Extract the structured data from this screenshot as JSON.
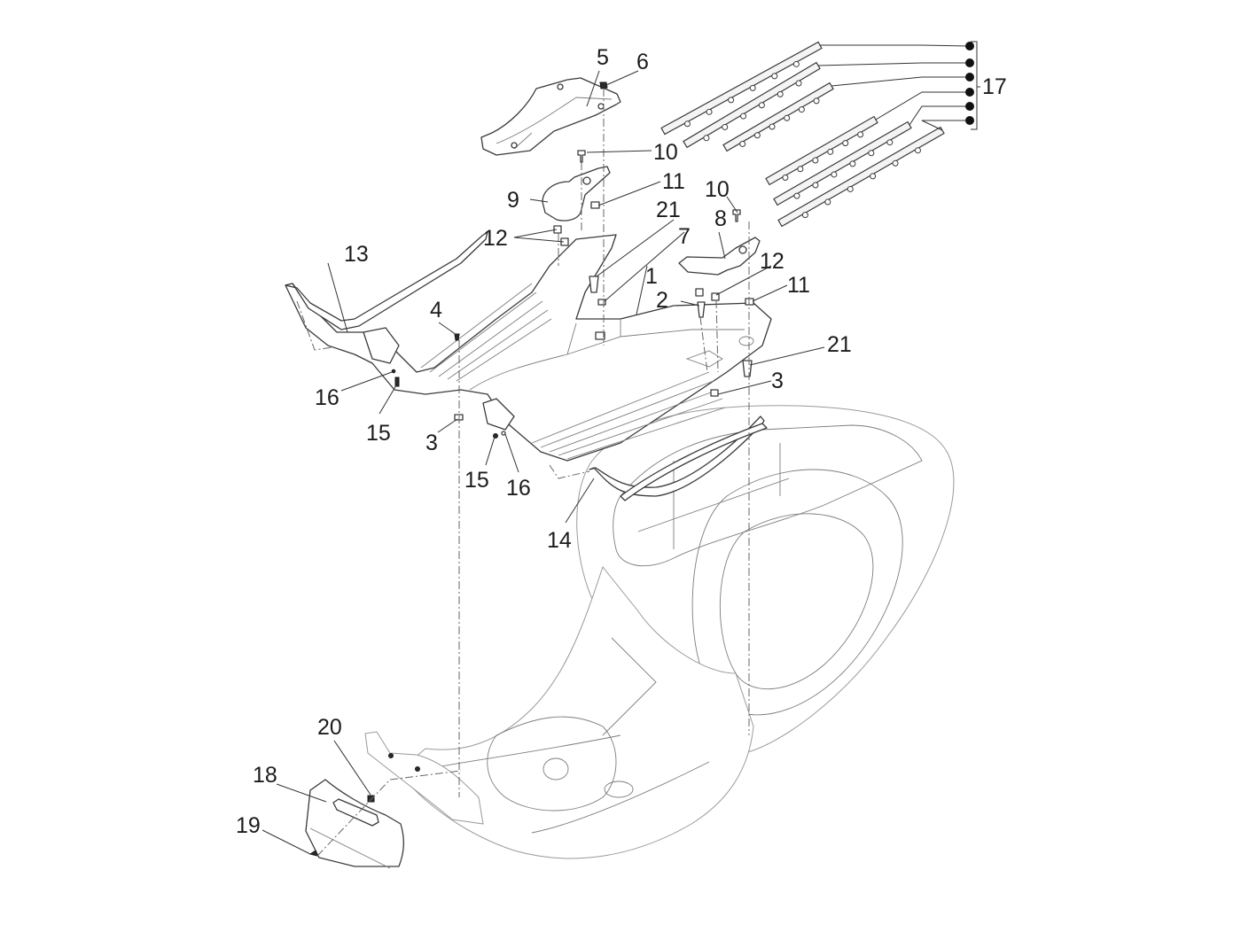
{
  "diagram": {
    "title": "Exploded parts view — central cover / footrests",
    "subject": "scooter body with floor board, footrest strips and covers",
    "background_color": "#ffffff",
    "line_color": "#3a3a3a",
    "callouts": [
      {
        "id": "c1",
        "label": "1",
        "part": "floor-board"
      },
      {
        "id": "c2",
        "label": "2",
        "part": "screw"
      },
      {
        "id": "c3a",
        "label": "3",
        "part": "clip-nut"
      },
      {
        "id": "c3b",
        "label": "3",
        "part": "clip-nut"
      },
      {
        "id": "c4",
        "label": "4",
        "part": "screw"
      },
      {
        "id": "c5",
        "label": "5",
        "part": "central-cover"
      },
      {
        "id": "c6",
        "label": "6",
        "part": "nut"
      },
      {
        "id": "c7",
        "label": "7",
        "part": "clip"
      },
      {
        "id": "c8",
        "label": "8",
        "part": "right-footrest-cover"
      },
      {
        "id": "c9",
        "label": "9",
        "part": "left-footrest-cover"
      },
      {
        "id": "c10a",
        "label": "10",
        "part": "screw"
      },
      {
        "id": "c10b",
        "label": "10",
        "part": "screw"
      },
      {
        "id": "c11a",
        "label": "11",
        "part": "clip-nut"
      },
      {
        "id": "c11b",
        "label": "11",
        "part": "clip-nut"
      },
      {
        "id": "c12a",
        "label": "12",
        "part": "screw"
      },
      {
        "id": "c12b",
        "label": "12",
        "part": "screw"
      },
      {
        "id": "c13",
        "label": "13",
        "part": "left-side-trim"
      },
      {
        "id": "c14",
        "label": "14",
        "part": "right-side-trim"
      },
      {
        "id": "c15a",
        "label": "15",
        "part": "screw"
      },
      {
        "id": "c15b",
        "label": "15",
        "part": "screw"
      },
      {
        "id": "c16a",
        "label": "16",
        "part": "washer"
      },
      {
        "id": "c16b",
        "label": "16",
        "part": "washer"
      },
      {
        "id": "c17",
        "label": "17",
        "part": "footrest-strip-set",
        "count": 6
      },
      {
        "id": "c18",
        "label": "18",
        "part": "lower-front-cover"
      },
      {
        "id": "c19",
        "label": "19",
        "part": "screw"
      },
      {
        "id": "c20",
        "label": "20",
        "part": "nut"
      },
      {
        "id": "c21a",
        "label": "21",
        "part": "spacer"
      },
      {
        "id": "c21b",
        "label": "21",
        "part": "spacer"
      }
    ]
  }
}
